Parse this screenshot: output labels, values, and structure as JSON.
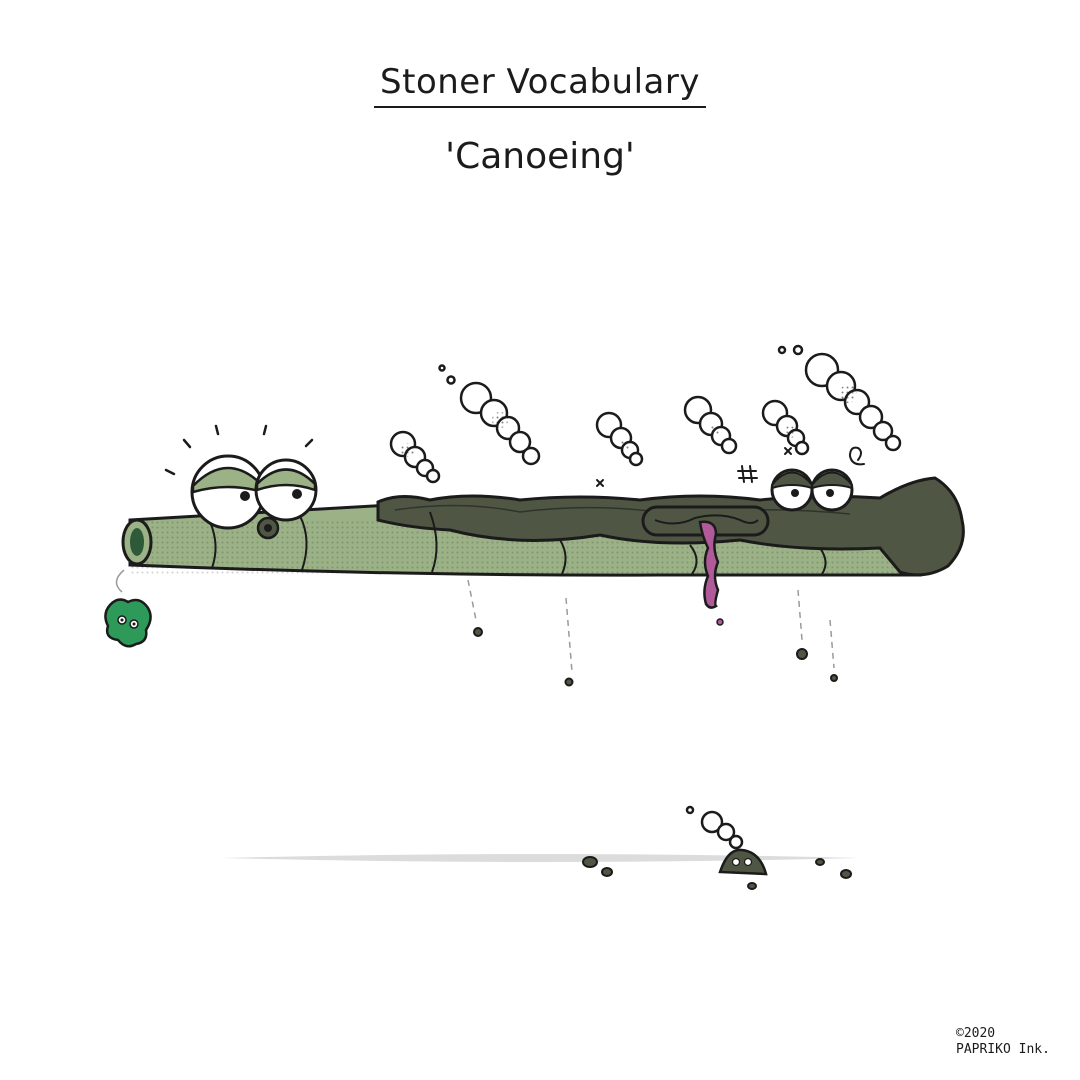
{
  "header": {
    "title": "Stoner Vocabulary",
    "subtitle": "'Canoeing'"
  },
  "illustration": {
    "subject": "canoeing joint",
    "colors": {
      "paper_green": "#9bb186",
      "burnt_ash": "#4f5744",
      "outline": "#1b1b1b",
      "tongue": "#b05a9a",
      "weed_bud": "#2e9a5a",
      "smoke": "#ffffff",
      "ground_shadow": "#dcdcdc"
    }
  },
  "footer": {
    "copyright_line1": "©2020",
    "copyright_line2": "PAPRIKO Ink."
  }
}
